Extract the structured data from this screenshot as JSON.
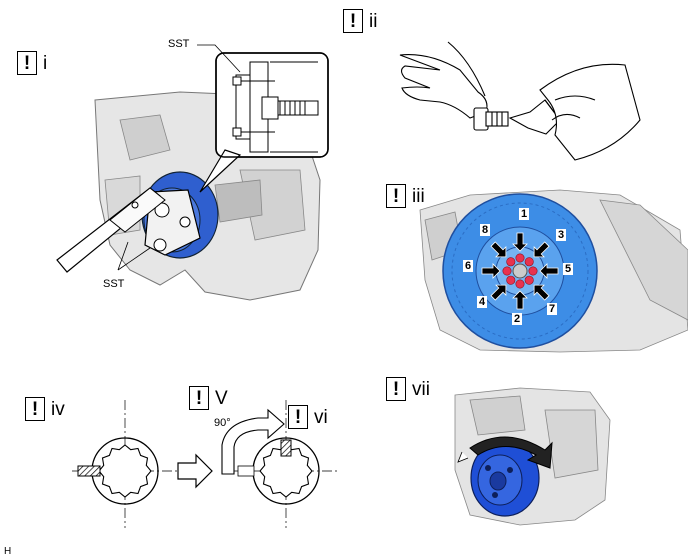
{
  "steps": {
    "i": {
      "mark": "!",
      "label": "i"
    },
    "ii": {
      "mark": "!",
      "label": "ii"
    },
    "iii": {
      "mark": "!",
      "label": "iii"
    },
    "iv": {
      "mark": "!",
      "label": "iv"
    },
    "v": {
      "mark": "!",
      "label": "V"
    },
    "vi": {
      "mark": "!",
      "label": "vi"
    },
    "vii": {
      "mark": "!",
      "label": "vii"
    }
  },
  "labels": {
    "sst_top": "SST",
    "sst_bottom": "SST",
    "angle": "90°",
    "corner": "H"
  },
  "bolt_sequence": [
    "1",
    "2",
    "3",
    "4",
    "5",
    "6",
    "7",
    "8"
  ],
  "colors": {
    "pulley_blue": "#2f5fcf",
    "highlight_blue": "#3d8de6",
    "bolt_red": "#e8334f",
    "line": "#000000",
    "engine_gray": "#d7d7d7"
  }
}
